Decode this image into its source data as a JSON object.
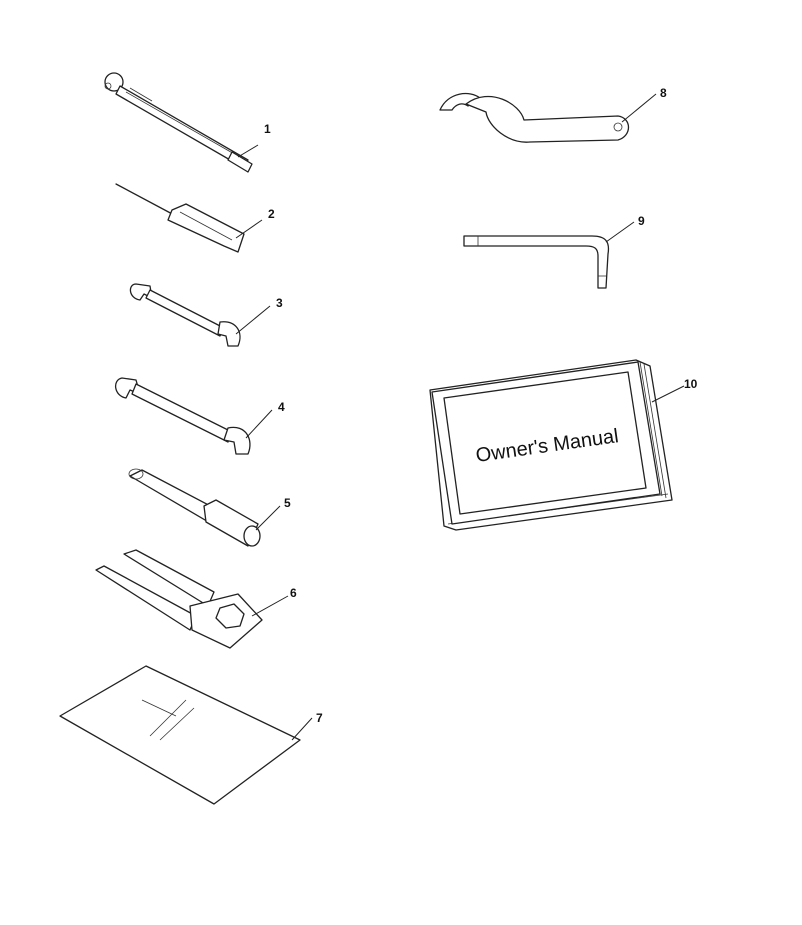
{
  "diagram": {
    "callouts": [
      "1",
      "2",
      "3",
      "4",
      "5",
      "6",
      "7",
      "8",
      "9",
      "10"
    ],
    "manual_cover_text": "Owner's Manual"
  }
}
